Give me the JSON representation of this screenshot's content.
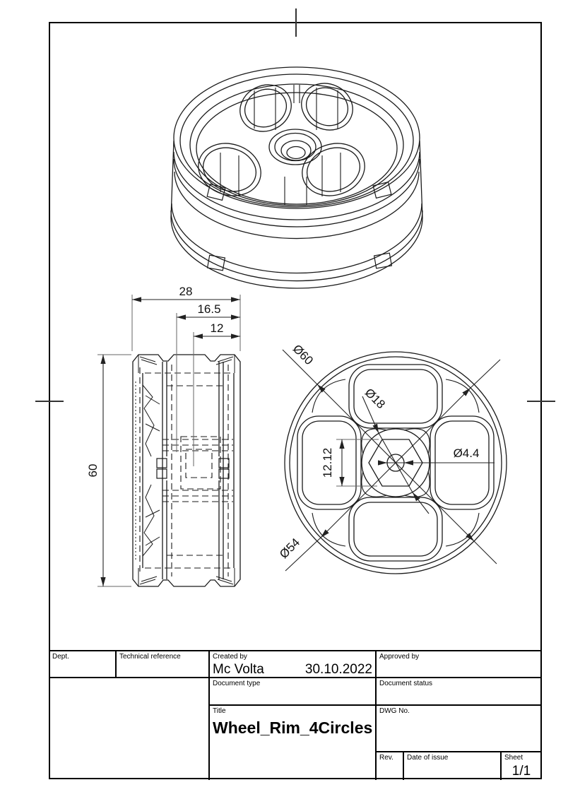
{
  "dimensions": {
    "side_view": {
      "overall_width": "28",
      "bed_width": "16.5",
      "inner_width": "12",
      "diameter": "60"
    },
    "front_view": {
      "outer_diameter": "Ø60",
      "spoke_circle_diameter": "Ø54",
      "hub_diameter": "Ø18",
      "bore_diameter": "Ø4.4",
      "hex_across_flats": "12.12"
    }
  },
  "title_block": {
    "dept_label": "Dept.",
    "technical_reference_label": "Technical reference",
    "created_by_label": "Created by",
    "created_by": "Mc Volta",
    "created_date": "30.10.2022",
    "approved_by_label": "Approved by",
    "document_type_label": "Document type",
    "document_status_label": "Document status",
    "title_label": "Title",
    "title": "Wheel_Rim_4Circles",
    "dwg_no_label": "DWG No.",
    "rev_label": "Rev.",
    "date_of_issue_label": "Date of issue",
    "sheet_label": "Sheet",
    "sheet": "1/1"
  }
}
